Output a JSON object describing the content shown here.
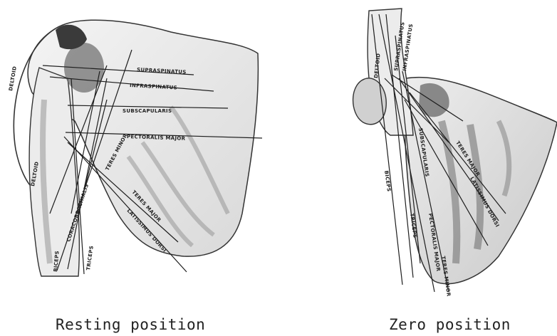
{
  "figures": [
    {
      "caption": "Resting position",
      "muscle_labels": {
        "deltoid": "DELTOID",
        "supraspinatus": "SUPRASPINATUS",
        "infraspinatus": "INFRASPINATUS",
        "subscapularis": "SUBSCAPULARIS",
        "pectoralis_major": "PECTORALIS MAJOR",
        "teres_minor": "TERES MINOR",
        "coracobrachialis": "CORACOBRACHIALIS",
        "teres_major": "TERES MAJOR",
        "latissimus_dorsi": "LATISSIMUS DORSI",
        "biceps": "BICEPS",
        "triceps": "TRICEPS",
        "deltoid_lower": "DELTOID"
      }
    },
    {
      "caption": "Zero position",
      "muscle_labels": {
        "supraspinatus": "SUPRASPINATUS",
        "infraspinatus": "INFRASPINATUS",
        "deltoid": "DELTOID",
        "subscapularis": "SUBSCAPULARIS",
        "teres_major": "TERES MAJOR",
        "latissimus_dorsi": "LATISSIMUS DORSI",
        "biceps": "BICEPS",
        "triceps": "TRICEPS",
        "pectoralis_major": "PECTORALIS MAJOR",
        "teres_minor": "TERES MINOR"
      }
    }
  ],
  "colors": {
    "ink": "#1e1e1e",
    "paper": "#ffffff",
    "shade": "#8a8a8a"
  }
}
